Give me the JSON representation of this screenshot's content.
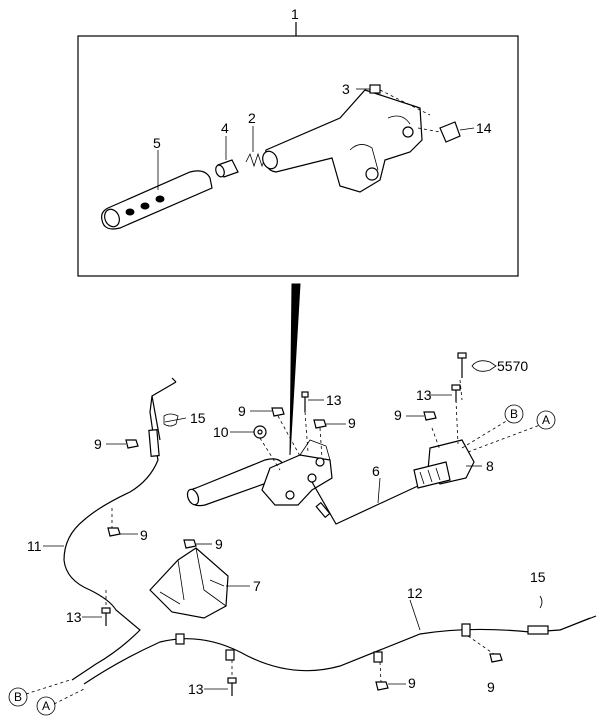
{
  "diagram": {
    "labels": {
      "p1": "1",
      "p2": "2",
      "p3": "3",
      "p4": "4",
      "p5": "5",
      "p14": "14",
      "p5570": "5570",
      "p13a": "13",
      "p15a": "15",
      "p9a": "9",
      "p9b": "9",
      "p10": "10",
      "p9c": "9",
      "p13b": "13",
      "p9d": "9",
      "p6": "6",
      "p8": "8",
      "p9e": "9",
      "p11": "11",
      "p9f": "9",
      "p7": "7",
      "p13c": "13",
      "p12": "12",
      "p15b": "15",
      "p9g": "9",
      "p13d": "13",
      "p9h": "9"
    },
    "connectors": {
      "a_top": "A",
      "b_top": "B",
      "a_bottom": "A",
      "b_bottom": "B"
    }
  }
}
